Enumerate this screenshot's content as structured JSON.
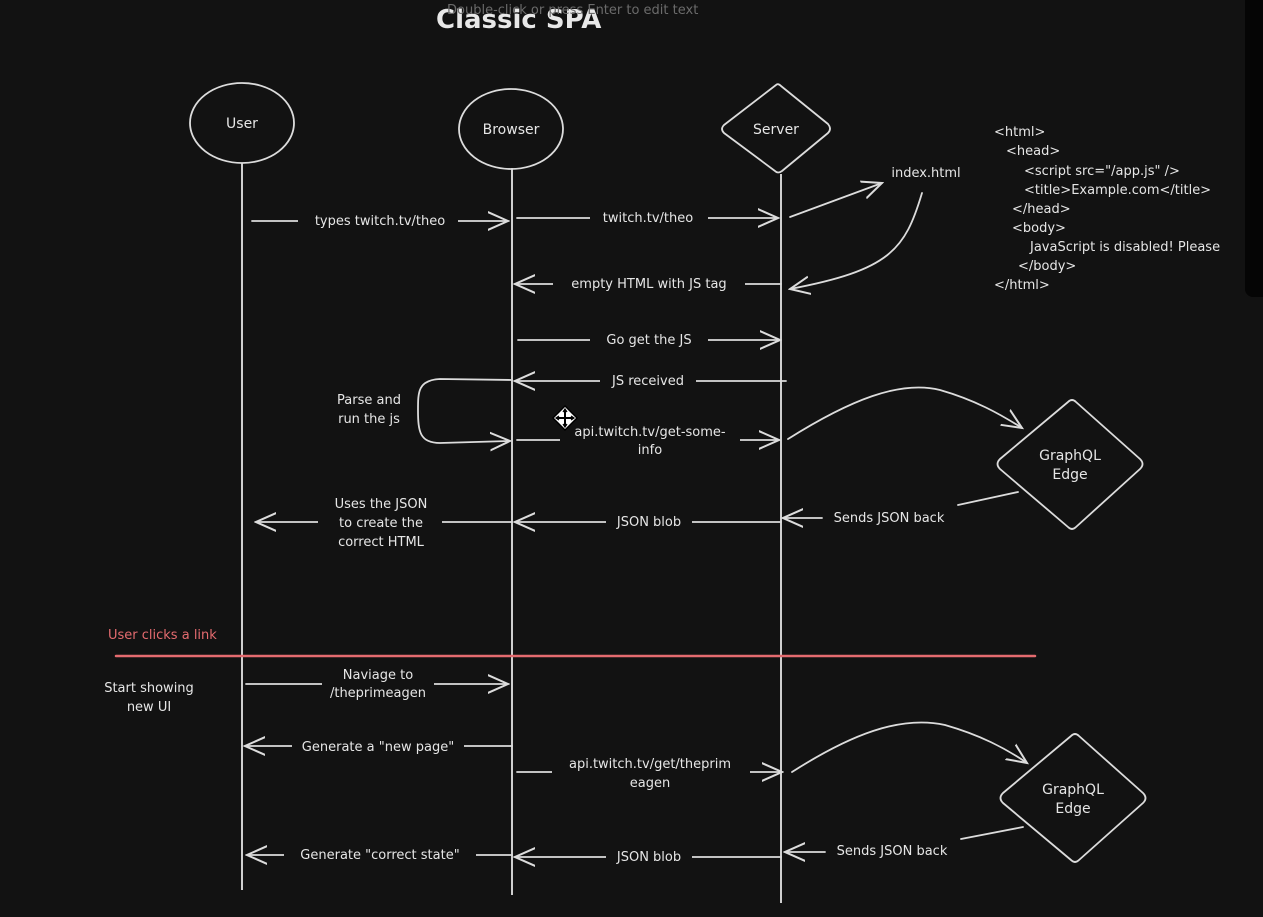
{
  "title": "Classic SPA",
  "edit_hint": "Double-click or press Enter to edit text",
  "colors": {
    "background": "#121212",
    "stroke": "#dcdcdc",
    "accent_red": "#e46b6f"
  },
  "actors": {
    "user": "User",
    "browser": "Browser",
    "server": "Server",
    "graphql_1": [
      "GraphQL",
      "Edge"
    ],
    "graphql_2": [
      "GraphQL",
      "Edge"
    ]
  },
  "messages": {
    "types_url": "types twitch.tv/theo",
    "request_url": "twitch.tv/theo",
    "index_html": "index.html",
    "empty_html": "empty HTML with JS tag",
    "go_get_js": "Go get the JS",
    "js_received": "JS received",
    "parse_run": [
      "Parse and",
      "run the js"
    ],
    "api_get_info": [
      "api.twitch.tv/get-some-",
      "info"
    ],
    "sends_json_1": "Sends JSON back",
    "json_blob_1": "JSON blob",
    "uses_json": [
      "Uses the JSON",
      "to create the",
      "correct HTML"
    ],
    "user_clicks": "User clicks a link",
    "start_showing": [
      "Start showing",
      "new UI"
    ],
    "navigate": [
      "Naviage to",
      "/theprimeagen"
    ],
    "generate_new_page": "Generate a \"new page\"",
    "api_get_prim": [
      "api.twitch.tv/get/theprim",
      "eagen"
    ],
    "sends_json_2": "Sends JSON back",
    "json_blob_2": "JSON blob",
    "generate_state": "Generate \"correct state\""
  },
  "code_snippet": [
    "<html>",
    "  <head>",
    "    <script src=\"/app.js\" />",
    "    <title>Example.com</title>",
    "  </head>",
    "  <body>",
    "    JavaScript is disabled! Please",
    "  </body>",
    "</html>"
  ],
  "cursor_icon": "move-cursor-icon"
}
